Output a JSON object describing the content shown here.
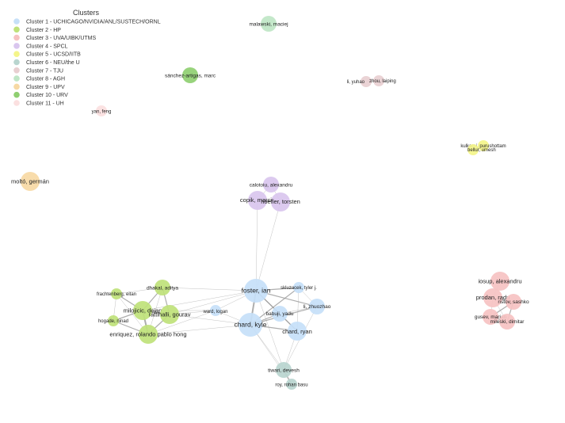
{
  "legend": {
    "title": "Clusters",
    "items": [
      {
        "label": "Cluster 1 - UCHICAGO/NVIDIA/ANL/SUSTECH/ORNL",
        "color": "#c6e0f8"
      },
      {
        "label": "Cluster 2 - HP",
        "color": "#bfe27a"
      },
      {
        "label": "Cluster 3 - UVA/UIBK/UTMS",
        "color": "#f6c2c2"
      },
      {
        "label": "Cluster 4 - SPCL",
        "color": "#d9c6ee"
      },
      {
        "label": "Cluster 5 - UCSD/IITB",
        "color": "#f4f58a"
      },
      {
        "label": "Cluster 6 - NEU/the U",
        "color": "#b9d5cf"
      },
      {
        "label": "Cluster 7 - TJU",
        "color": "#e8cfd1"
      },
      {
        "label": "Cluster 8 - AGH",
        "color": "#bfe6c6"
      },
      {
        "label": "Cluster 9 - UPV",
        "color": "#f7d9a4"
      },
      {
        "label": "Cluster 10 - URV",
        "color": "#8fcf71"
      },
      {
        "label": "Cluster 11 - UH",
        "color": "#fbe0e0"
      }
    ]
  },
  "nodes": [
    {
      "id": "malawski",
      "label": "malawski, maciej",
      "cluster": 7,
      "size": "m"
    },
    {
      "id": "sanchez",
      "label": "sánchez-artigas, marc",
      "cluster": 9,
      "size": "m"
    },
    {
      "id": "li_yuhao",
      "label": "li, yuhao",
      "cluster": 6,
      "size": "s"
    },
    {
      "id": "zhou",
      "label": "zhou, laiping",
      "cluster": 6,
      "size": "s"
    },
    {
      "id": "yan",
      "label": "yan, feng",
      "cluster": 10,
      "size": "s"
    },
    {
      "id": "kulkarni",
      "label": "kulkarni, purushottam",
      "cluster": 4,
      "size": "s"
    },
    {
      "id": "bellur",
      "label": "bellur, umesh",
      "cluster": 4,
      "size": "s"
    },
    {
      "id": "molto",
      "label": "moltó, germán",
      "cluster": 8,
      "size": "l"
    },
    {
      "id": "calotoiu",
      "label": "calotoiu, alexandru",
      "cluster": 3,
      "size": "m"
    },
    {
      "id": "copik",
      "label": "copik, marcin",
      "cluster": 3,
      "size": "l"
    },
    {
      "id": "hoefler",
      "label": "hoefler, torsten",
      "cluster": 3,
      "size": "l"
    },
    {
      "id": "foster",
      "label": "foster, ian",
      "cluster": 0,
      "size": "xl"
    },
    {
      "id": "skluzacek",
      "label": "skluzacek, tyler j.",
      "cluster": 0,
      "size": "s"
    },
    {
      "id": "li_zhuo",
      "label": "li, zhuozhao",
      "cluster": 0,
      "size": "m"
    },
    {
      "id": "babuji",
      "label": "babuji, yadu",
      "cluster": 0,
      "size": "m"
    },
    {
      "id": "chard_ryan",
      "label": "chard, ryan",
      "cluster": 0,
      "size": "l"
    },
    {
      "id": "chard_kyle",
      "label": "chard, kyle",
      "cluster": 0,
      "size": "xl"
    },
    {
      "id": "ward",
      "label": "ward, logan",
      "cluster": 0,
      "size": "s"
    },
    {
      "id": "dhakal",
      "label": "dhakal, aditya",
      "cluster": 1,
      "size": "m"
    },
    {
      "id": "frachtenberg",
      "label": "frachtenberg, eitan",
      "cluster": 1,
      "size": "s"
    },
    {
      "id": "milojicic",
      "label": "milojicic, dejan",
      "cluster": 1,
      "size": "l"
    },
    {
      "id": "rattihalli",
      "label": "rattihalli, gourav",
      "cluster": 1,
      "size": "l"
    },
    {
      "id": "hogade",
      "label": "hogade, ninad",
      "cluster": 1,
      "size": "s"
    },
    {
      "id": "enriquez",
      "label": "enriquez, rolando pablo hong",
      "cluster": 1,
      "size": "l"
    },
    {
      "id": "tiwari",
      "label": "tiwari, devesh",
      "cluster": 5,
      "size": "m"
    },
    {
      "id": "roy",
      "label": "roy, rohan basu",
      "cluster": 5,
      "size": "s"
    },
    {
      "id": "iosup",
      "label": "iosup, alexandru",
      "cluster": 2,
      "size": "l"
    },
    {
      "id": "prodan",
      "label": "prodan, radu",
      "cluster": 2,
      "size": "l"
    },
    {
      "id": "ristov",
      "label": "ristov, sashko",
      "cluster": 2,
      "size": "m"
    },
    {
      "id": "gusev",
      "label": "gusev, marjan",
      "cluster": 2,
      "size": "m"
    },
    {
      "id": "mileski",
      "label": "mileski, dimitar",
      "cluster": 2,
      "size": "m"
    }
  ],
  "edges": [
    [
      "li_yuhao",
      "zhou",
      1
    ],
    [
      "kulkarni",
      "bellur",
      1
    ],
    [
      "calotoiu",
      "copik",
      1
    ],
    [
      "calotoiu",
      "hoefler",
      1
    ],
    [
      "copik",
      "hoefler",
      2
    ],
    [
      "copik",
      "foster",
      1
    ],
    [
      "hoefler",
      "foster",
      1
    ],
    [
      "foster",
      "chard_kyle",
      3
    ],
    [
      "foster",
      "babuji",
      2
    ],
    [
      "foster",
      "chard_ryan",
      2
    ],
    [
      "foster",
      "li_zhuo",
      2
    ],
    [
      "foster",
      "skluzacek",
      2
    ],
    [
      "foster",
      "ward",
      1
    ],
    [
      "foster",
      "dhakal",
      1
    ],
    [
      "foster",
      "milojicic",
      1
    ],
    [
      "foster",
      "rattihalli",
      1
    ],
    [
      "foster",
      "tiwari",
      1
    ],
    [
      "chard_kyle",
      "babuji",
      2
    ],
    [
      "chard_kyle",
      "chard_ryan",
      2
    ],
    [
      "chard_kyle",
      "li_zhuo",
      2
    ],
    [
      "chard_kyle",
      "skluzacek",
      2
    ],
    [
      "chard_kyle",
      "ward",
      1
    ],
    [
      "chard_kyle",
      "enriquez",
      1
    ],
    [
      "chard_kyle",
      "rattihalli",
      1
    ],
    [
      "chard_kyle",
      "tiwari",
      1
    ],
    [
      "chard_kyle",
      "roy",
      1
    ],
    [
      "babuji",
      "chard_ryan",
      2
    ],
    [
      "babuji",
      "li_zhuo",
      1
    ],
    [
      "skluzacek",
      "chard_ryan",
      1
    ],
    [
      "skluzacek",
      "li_zhuo",
      1
    ],
    [
      "chard_ryan",
      "tiwari",
      1
    ],
    [
      "li_zhuo",
      "tiwari",
      1
    ],
    [
      "ward",
      "milojicic",
      1
    ],
    [
      "ward",
      "rattihalli",
      1
    ],
    [
      "ward",
      "enriquez",
      1
    ],
    [
      "tiwari",
      "roy",
      2
    ],
    [
      "dhakal",
      "frachtenberg",
      1
    ],
    [
      "dhakal",
      "milojicic",
      2
    ],
    [
      "dhakal",
      "rattihalli",
      2
    ],
    [
      "dhakal",
      "enriquez",
      1
    ],
    [
      "frachtenberg",
      "milojicic",
      2
    ],
    [
      "frachtenberg",
      "hogade",
      1
    ],
    [
      "frachtenberg",
      "enriquez",
      1
    ],
    [
      "milojicic",
      "rattihalli",
      3
    ],
    [
      "milojicic",
      "enriquez",
      3
    ],
    [
      "milojicic",
      "hogade",
      2
    ],
    [
      "rattihalli",
      "enriquez",
      2
    ],
    [
      "hogade",
      "enriquez",
      2
    ],
    [
      "iosup",
      "prodan",
      1
    ],
    [
      "prodan",
      "ristov",
      2
    ],
    [
      "prodan",
      "gusev",
      1
    ],
    [
      "prodan",
      "mileski",
      1
    ],
    [
      "ristov",
      "gusev",
      2
    ],
    [
      "ristov",
      "mileski",
      2
    ],
    [
      "gusev",
      "mileski",
      2
    ]
  ]
}
